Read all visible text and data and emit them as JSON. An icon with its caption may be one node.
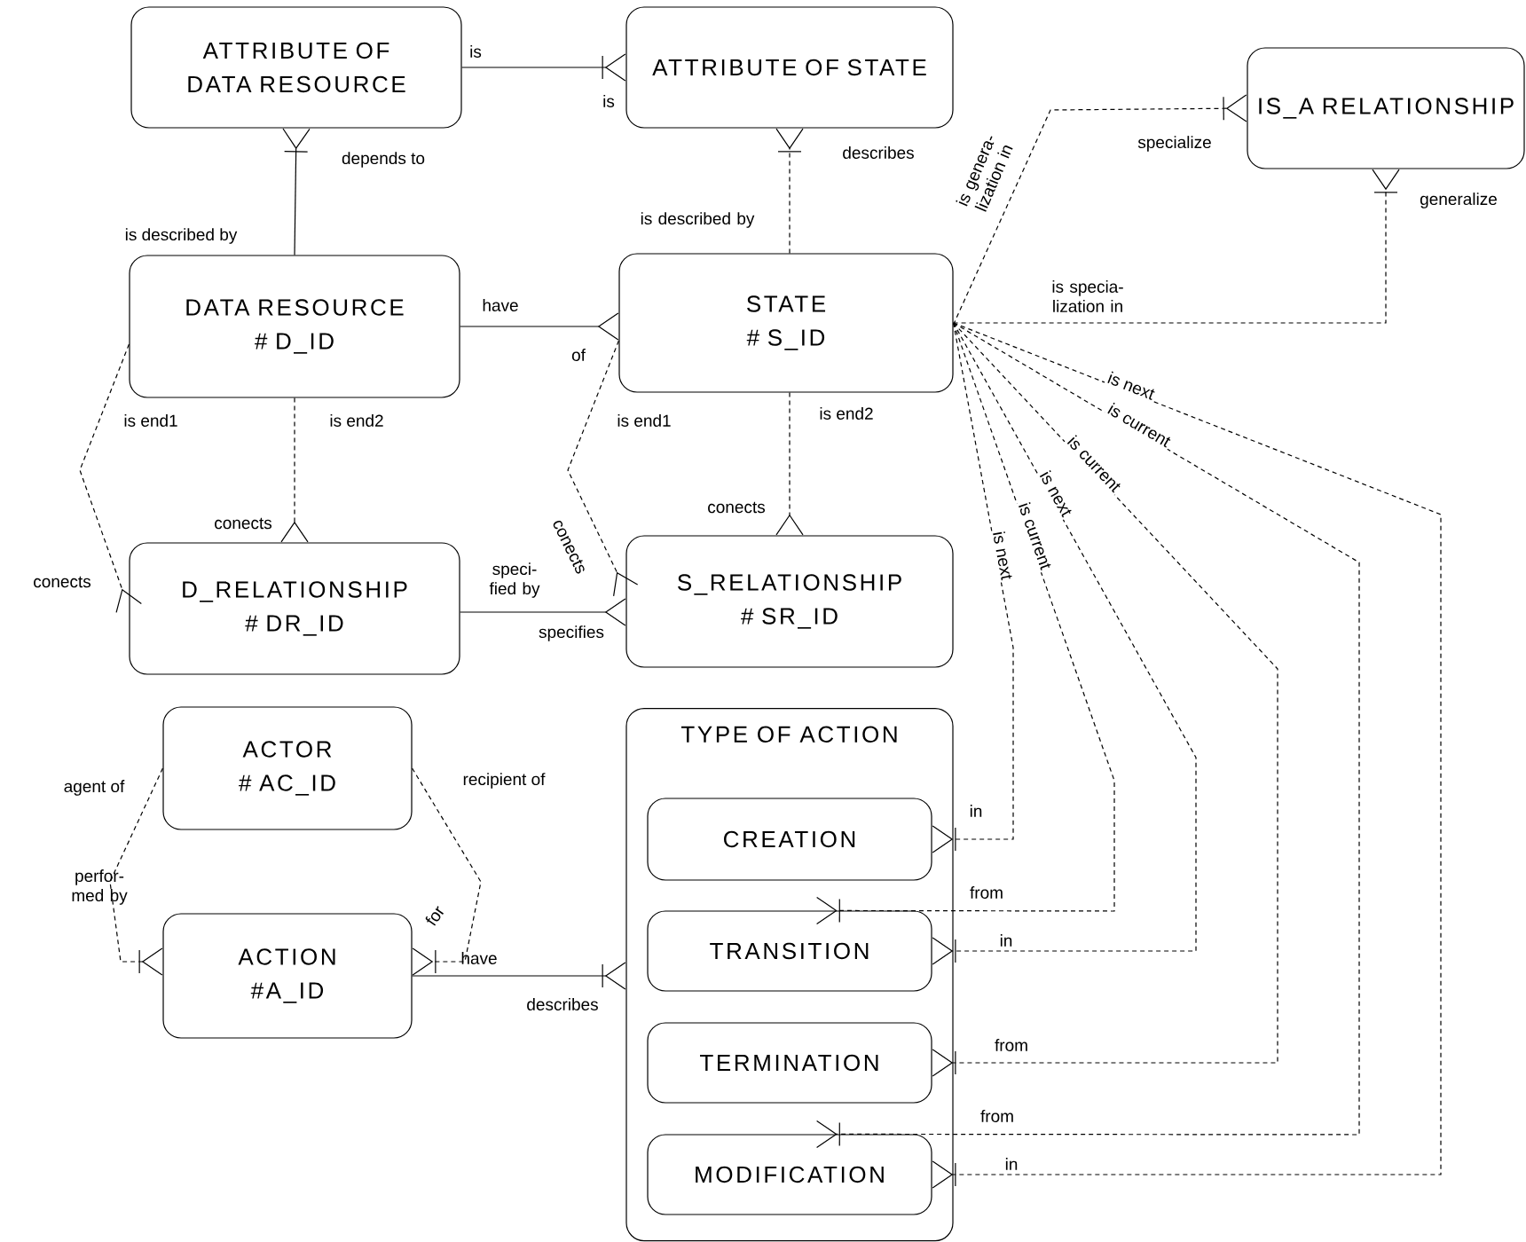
{
  "diagram": {
    "nodes": [
      {
        "text": [
          "ATTRIBUTE OF DATA RESOURCE"
        ]
      },
      {
        "text": [
          "ATTRIBUTE OF STATE"
        ]
      },
      {
        "text": [
          "IS_A RELATIONSHIP"
        ]
      },
      {
        "text": [
          "DATA RESOURCE",
          "# D_ID"
        ]
      },
      {
        "text": [
          "STATE",
          "# S_ID"
        ]
      },
      {
        "text": [
          "D_RELATIONSHIP",
          "# DR_ID"
        ]
      },
      {
        "text": [
          "S_RELATIONSHIP",
          "# SR_ID"
        ]
      },
      {
        "text": [
          "ACTOR",
          "# AC_ID"
        ]
      },
      {
        "text": [
          "ACTION",
          "#A_ID"
        ]
      },
      {
        "text": [
          "TYPE OF ACTION"
        ]
      },
      {
        "text": [
          "CREATION"
        ],
        "in": 9
      },
      {
        "text": [
          "TRANSITION"
        ],
        "in": 9
      },
      {
        "text": [
          "TERMINATION"
        ],
        "in": 9
      },
      {
        "text": [
          "MODIFICATION"
        ],
        "in": 9
      }
    ],
    "edges": [
      {
        "from": 0,
        "to": 1,
        "arrow": "other"
      },
      {
        "from": 3,
        "to": 0,
        "arrow": "other"
      },
      {
        "from": 4,
        "to": 1,
        "arrow": "other",
        "style": "dashed"
      },
      {
        "from": 3,
        "to": 4,
        "arrow": "other"
      },
      {
        "from": 3,
        "to": 5,
        "arrow": "other",
        "style": "dashed"
      },
      {
        "from": 3,
        "to": 5,
        "arrow": "other",
        "style": "dashed"
      },
      {
        "from": 5,
        "to": 6,
        "arrow": "other"
      },
      {
        "from": 4,
        "to": 6,
        "arrow": "other",
        "style": "dashed"
      },
      {
        "from": 4,
        "to": 6,
        "arrow": "other",
        "style": "dashed"
      },
      {
        "from": 4,
        "to": 2,
        "arrow": "other",
        "style": "dashed"
      },
      {
        "from": 4,
        "to": 2,
        "arrow": "other",
        "style": "dashed"
      },
      {
        "from": 4,
        "to": 10,
        "arrow": "other",
        "style": "dashed",
        "label": "is next"
      },
      {
        "from": 4,
        "to": 11,
        "arrow": "other",
        "style": "dashed",
        "label": "is current"
      },
      {
        "from": 4,
        "to": 11,
        "arrow": "other",
        "style": "dashed",
        "label": "is next"
      },
      {
        "from": 4,
        "to": 12,
        "arrow": "other",
        "style": "dashed",
        "label": "is current"
      },
      {
        "from": 4,
        "to": 13,
        "arrow": "other",
        "style": "dashed",
        "label": "is current"
      },
      {
        "from": 4,
        "to": 13,
        "arrow": "other",
        "style": "dashed",
        "label": "is next"
      },
      {
        "from": 7,
        "to": 8,
        "arrow": "other",
        "style": "dashed"
      },
      {
        "from": 7,
        "to": 8,
        "arrow": "other",
        "style": "dashed"
      },
      {
        "from": 8,
        "to": 9,
        "arrow": "other"
      }
    ],
    "labels": [
      "is",
      "is",
      "depends to",
      "describes",
      "is described by",
      "is described by",
      "is genera- lization in",
      "specialize",
      "generalize",
      "have",
      "of",
      "is specia- lization in",
      "is end1",
      "is end2",
      "is end1",
      "is end2",
      "conects",
      "conects",
      "conects",
      "speci- fied by",
      "conects",
      "specifies",
      "agent of",
      "recipient of",
      "perfor- med by",
      "for",
      "have",
      "describes",
      "in",
      "from",
      "in",
      "from",
      "from",
      "in"
    ]
  }
}
